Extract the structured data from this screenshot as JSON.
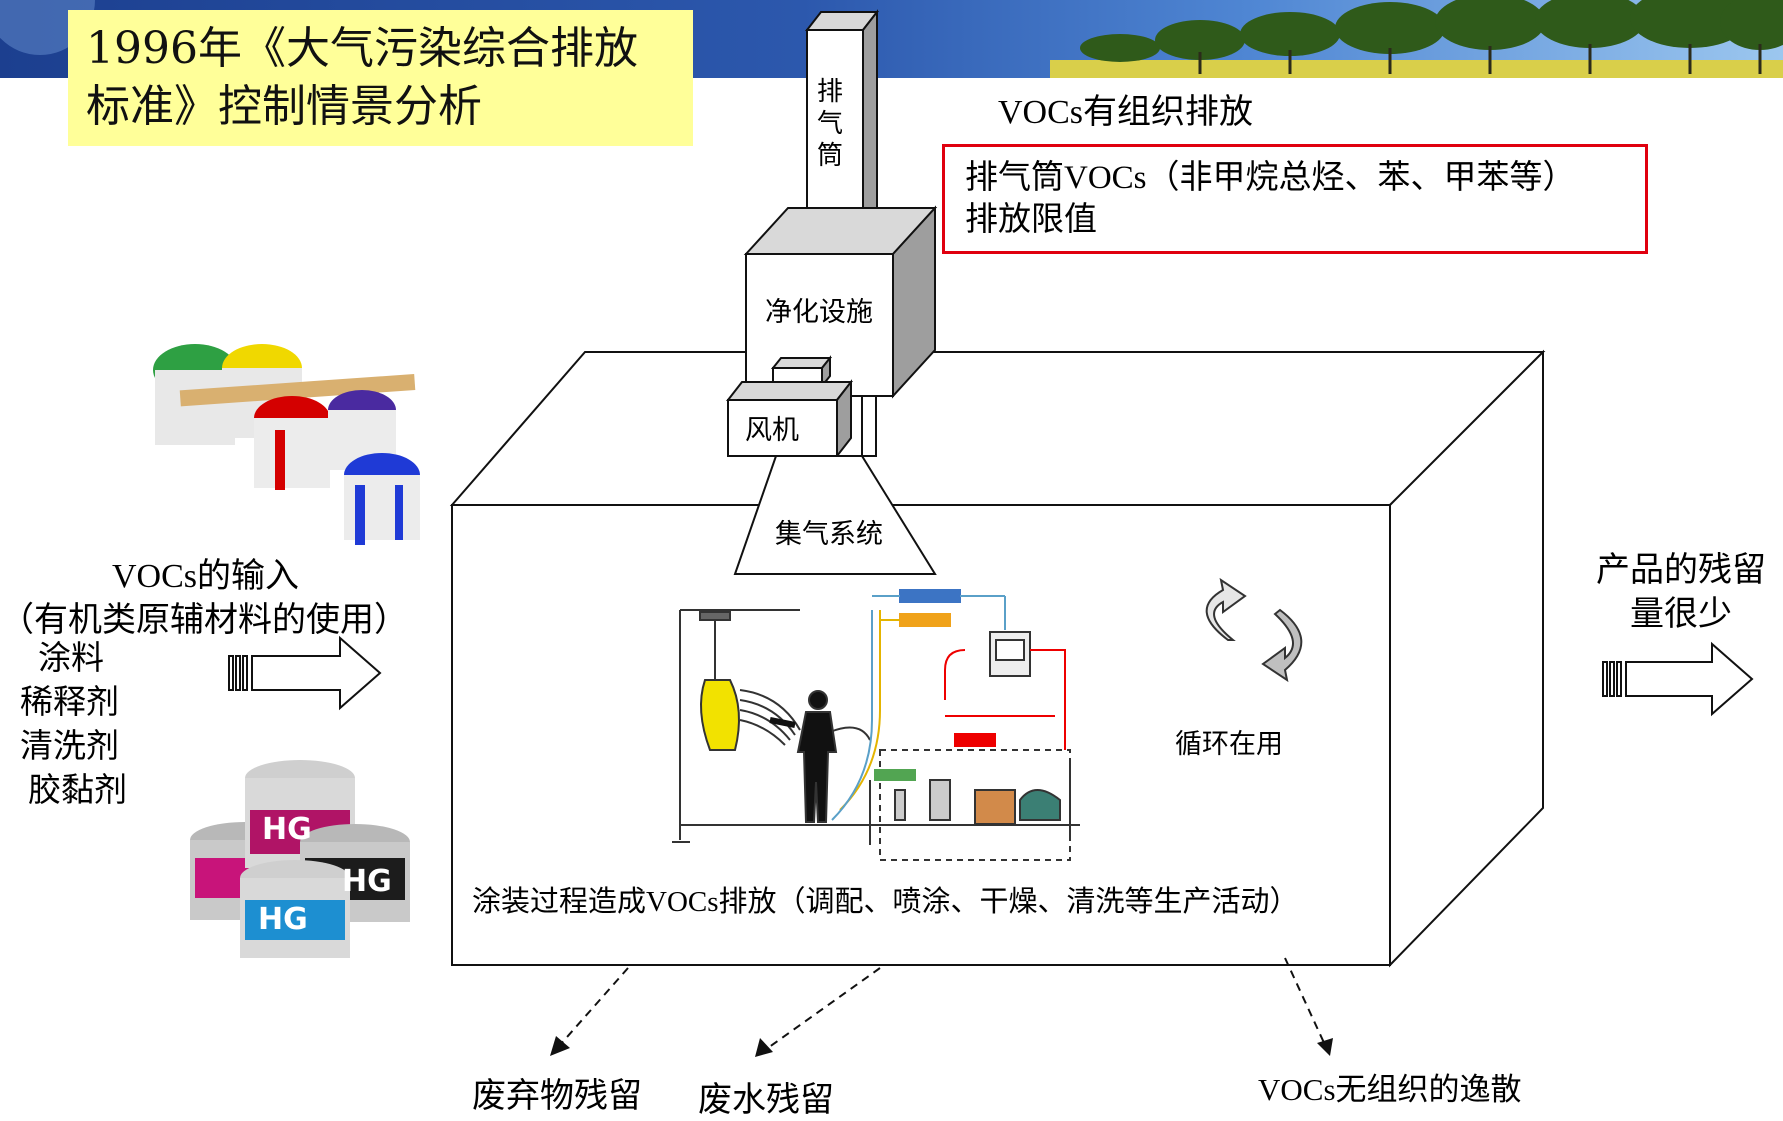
{
  "title": {
    "line1": "1996年《大气污染综合排放",
    "line2": "标准》控制情景分析"
  },
  "stack_label": [
    "排",
    "气",
    "筒"
  ],
  "organized_emission": "VOCs有组织排放",
  "limit_box": {
    "line1": "排气筒VOCs（非甲烷总烃、苯、甲苯等）",
    "line2": "排放限值"
  },
  "purifier": "净化设施",
  "fan": "风机",
  "collector": "集气系统",
  "recycle": "循环在用",
  "process_caption": "涂装过程造成VOCs排放（调配、喷涂、干燥、清洗等生产活动）",
  "input": {
    "line1": "VOCs的输入",
    "line2": "（有机类原辅材料的使用）",
    "materials": [
      "涂料",
      "稀释剂",
      "清洗剂",
      "胶黏剂"
    ]
  },
  "product": {
    "line1": "产品的残留",
    "line2": "量很少"
  },
  "outputs": {
    "waste_solid": "废弃物残留",
    "waste_water": "废水残留",
    "fugitive": "VOCs无组织的逸散"
  },
  "ink_brand": "HG",
  "colors": {
    "banner": "#2c58ad",
    "title_bg": "#ffff99",
    "limit_border": "#e0000f"
  }
}
